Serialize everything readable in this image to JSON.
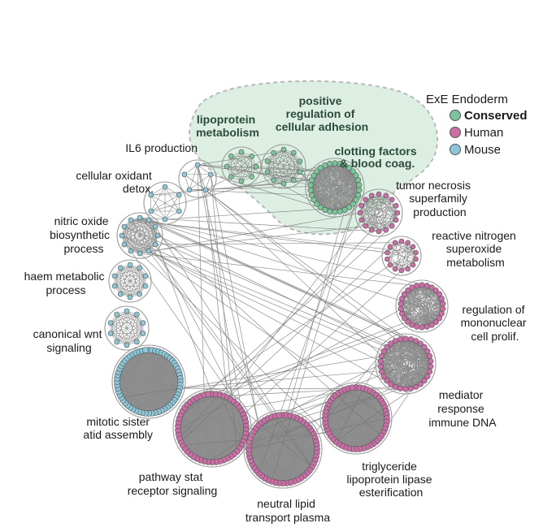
{
  "legend": {
    "title": "ExE Endoderm",
    "items": [
      {
        "label": "Conserved",
        "color": "#7cc49a",
        "bold": true
      },
      {
        "label": "Human",
        "color": "#c96fa5",
        "bold": false
      },
      {
        "label": "Mouse",
        "color": "#8cc6d9",
        "bold": false
      }
    ]
  },
  "colors": {
    "conserved": "#7cc49a",
    "human": "#c96fa5",
    "mouse": "#8cc6d9",
    "blob": "#dcefe2",
    "edge": "#7a7a7a"
  },
  "conserved_labels": {
    "lipoprotein": [
      "lipoprotein",
      "metabolism"
    ],
    "adhesion": [
      "positive",
      "regulation of",
      "cellular adhesion"
    ],
    "clotting": [
      "clotting factors",
      "& blood coag."
    ]
  },
  "clusters": [
    {
      "id": "lipoprotein-metabolism",
      "group": "conserved",
      "label": [],
      "nodes": 8
    },
    {
      "id": "cellular-adhesion",
      "group": "conserved",
      "label": [],
      "nodes": 10
    },
    {
      "id": "clotting-factors",
      "group": "conserved",
      "label": [],
      "nodes": 30
    },
    {
      "id": "il6-production",
      "group": "mouse",
      "label": [
        "IL6 production"
      ],
      "nodes": 5
    },
    {
      "id": "cellular-oxidant-detox",
      "group": "mouse",
      "label": [
        "cellular oxidant",
        "detox."
      ],
      "nodes": 6
    },
    {
      "id": "nitric-oxide",
      "group": "mouse",
      "label": [
        "nitric oxide",
        "biosynthetic",
        "process"
      ],
      "nodes": 12
    },
    {
      "id": "haem-metabolic",
      "group": "mouse",
      "label": [
        "haem metabolic",
        "process"
      ],
      "nodes": 10
    },
    {
      "id": "canonical-wnt",
      "group": "mouse",
      "label": [
        "canonical wnt",
        "signaling"
      ],
      "nodes": 10
    },
    {
      "id": "mitotic-sister",
      "group": "mouse",
      "label": [
        "mitotic sister",
        "atid assembly"
      ],
      "nodes": 60
    },
    {
      "id": "tumor-necrosis",
      "group": "human",
      "label": [
        "tumor necrosis",
        "superfamily",
        "production"
      ],
      "nodes": 16
    },
    {
      "id": "reactive-nitrogen",
      "group": "human",
      "label": [
        "reactive nitrogen",
        "superoxide",
        "metabolism"
      ],
      "nodes": 14
    },
    {
      "id": "mononuclear-prolif",
      "group": "human",
      "label": [
        "regulation of",
        "mononuclear",
        "cell prolif."
      ],
      "nodes": 26
    },
    {
      "id": "mediator-response",
      "group": "human",
      "label": [
        "mediator",
        "response",
        "immune DNA"
      ],
      "nodes": 30
    },
    {
      "id": "triglyceride",
      "group": "human",
      "label": [
        "triglyceride",
        "lipoprotein lipase",
        "esterification"
      ],
      "nodes": 52
    },
    {
      "id": "neutral-lipid",
      "group": "human",
      "label": [
        "neutral lipid",
        "transport plasma"
      ],
      "nodes": 56
    },
    {
      "id": "pathway-stat",
      "group": "human",
      "label": [
        "pathway stat",
        "receptor signaling"
      ],
      "nodes": 54
    }
  ]
}
